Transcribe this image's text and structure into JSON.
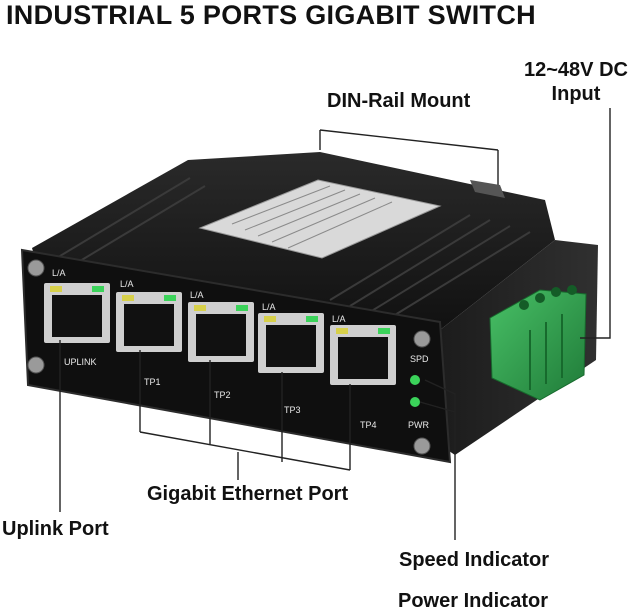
{
  "title": "INDUSTRIAL 5 PORTS GIGABIT SWITCH",
  "callouts": {
    "din_rail": "DIN-Rail Mount",
    "dc_input_line1": "12~48V DC",
    "dc_input_line2": "Input",
    "gigabit_ethernet": "Gigabit Ethernet Port",
    "uplink": "Uplink Port",
    "speed": "Speed Indicator",
    "power": "Power Indicator"
  },
  "panel": {
    "la_label": "L/A",
    "uplink_port": "UPLINK",
    "ports": [
      "TP1",
      "TP2",
      "TP3",
      "TP4"
    ],
    "spd": "SPD",
    "pwr": "PWR"
  },
  "colors": {
    "body": "#1a1a1a",
    "panel": "#0d0d0d",
    "terminal_block": "#2e9a4a",
    "led_green": "#3bd35a",
    "led_amber": "#d7d04a"
  }
}
